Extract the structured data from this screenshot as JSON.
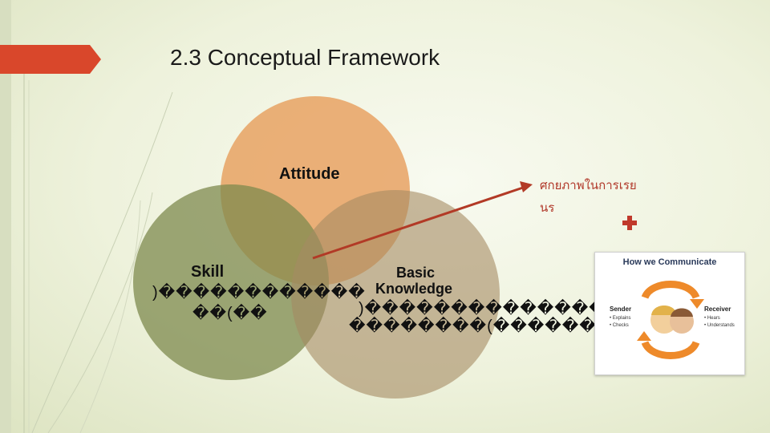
{
  "slide": {
    "title": "2.3 Conceptual Framework",
    "accent_color": "#d9472b"
  },
  "venn": {
    "attitude_label": "Attitude",
    "skill_label": "Skill",
    "skill_sub_line1": ")������������",
    "skill_sub_line2": "��(��",
    "knowledge_label_line1": "Basic",
    "knowledge_label_line2": "Knowledge",
    "knowledge_sub_line1": ")��������������",
    "knowledge_sub_line2": "��������(������",
    "colors": {
      "attitude": "#e8a263",
      "skill": "#7d8a4e",
      "knowledge": "#a58a63"
    }
  },
  "callout": {
    "text_line1": "ศกยภาพในการเรย",
    "text_line2": "นร",
    "arrow_color": "#b23a26"
  },
  "plus_icon_color": "#c0392b",
  "communicate_card": {
    "title": "How we Communicate",
    "sender_heading": "Sender",
    "sender_items": [
      "• Explains",
      "• Checks"
    ],
    "receiver_heading": "Receiver",
    "receiver_items": [
      "• Hears",
      "• Understands"
    ]
  }
}
